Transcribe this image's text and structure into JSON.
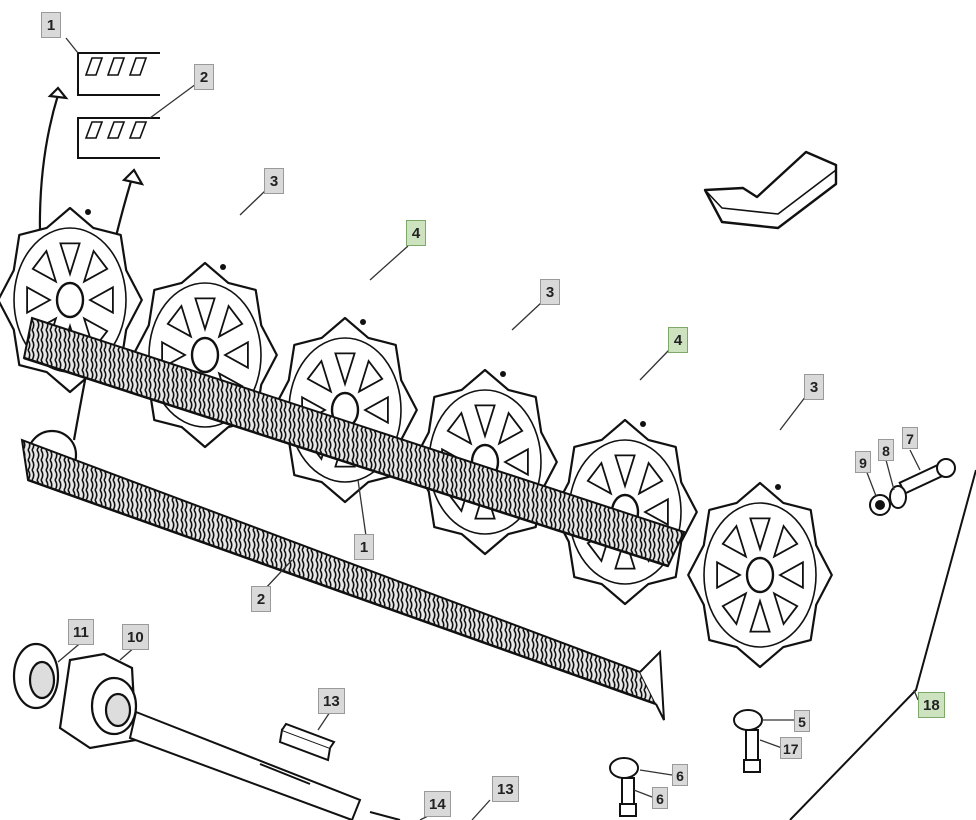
{
  "highlight_color": "#cde3c0",
  "label_color": "#d9d9d9",
  "callouts": {
    "c1_top": "1",
    "c2_top": "2",
    "c3_a": "3",
    "c4_a": "4",
    "c3_b": "3",
    "c4_b": "4",
    "c3_c": "3",
    "c1_mid": "1",
    "c2_mid": "2",
    "c9": "9",
    "c8": "8",
    "c7": "7",
    "c11": "11",
    "c10": "10",
    "c13_a": "13",
    "c5": "5",
    "c17": "17",
    "c6_a": "6",
    "c6_b": "6",
    "c14": "14",
    "c13_b": "13",
    "c18": "18"
  }
}
